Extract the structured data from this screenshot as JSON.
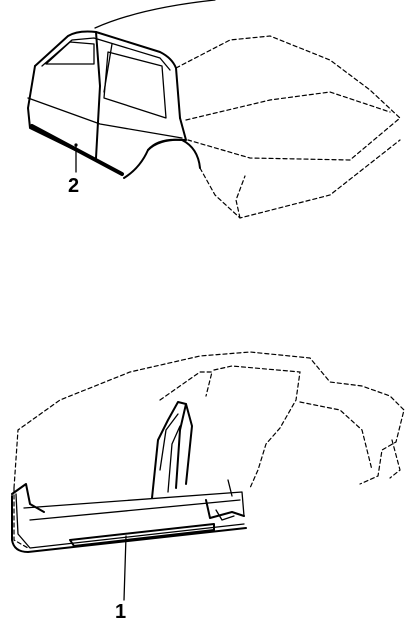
{
  "diagram": {
    "callouts": [
      {
        "id": "callout-2",
        "label": "2",
        "part": "rocker-panel-molding"
      },
      {
        "id": "callout-1",
        "label": "1",
        "part": "rocker-panel-inner"
      }
    ],
    "line_color": "#000000",
    "background": "#ffffff"
  }
}
